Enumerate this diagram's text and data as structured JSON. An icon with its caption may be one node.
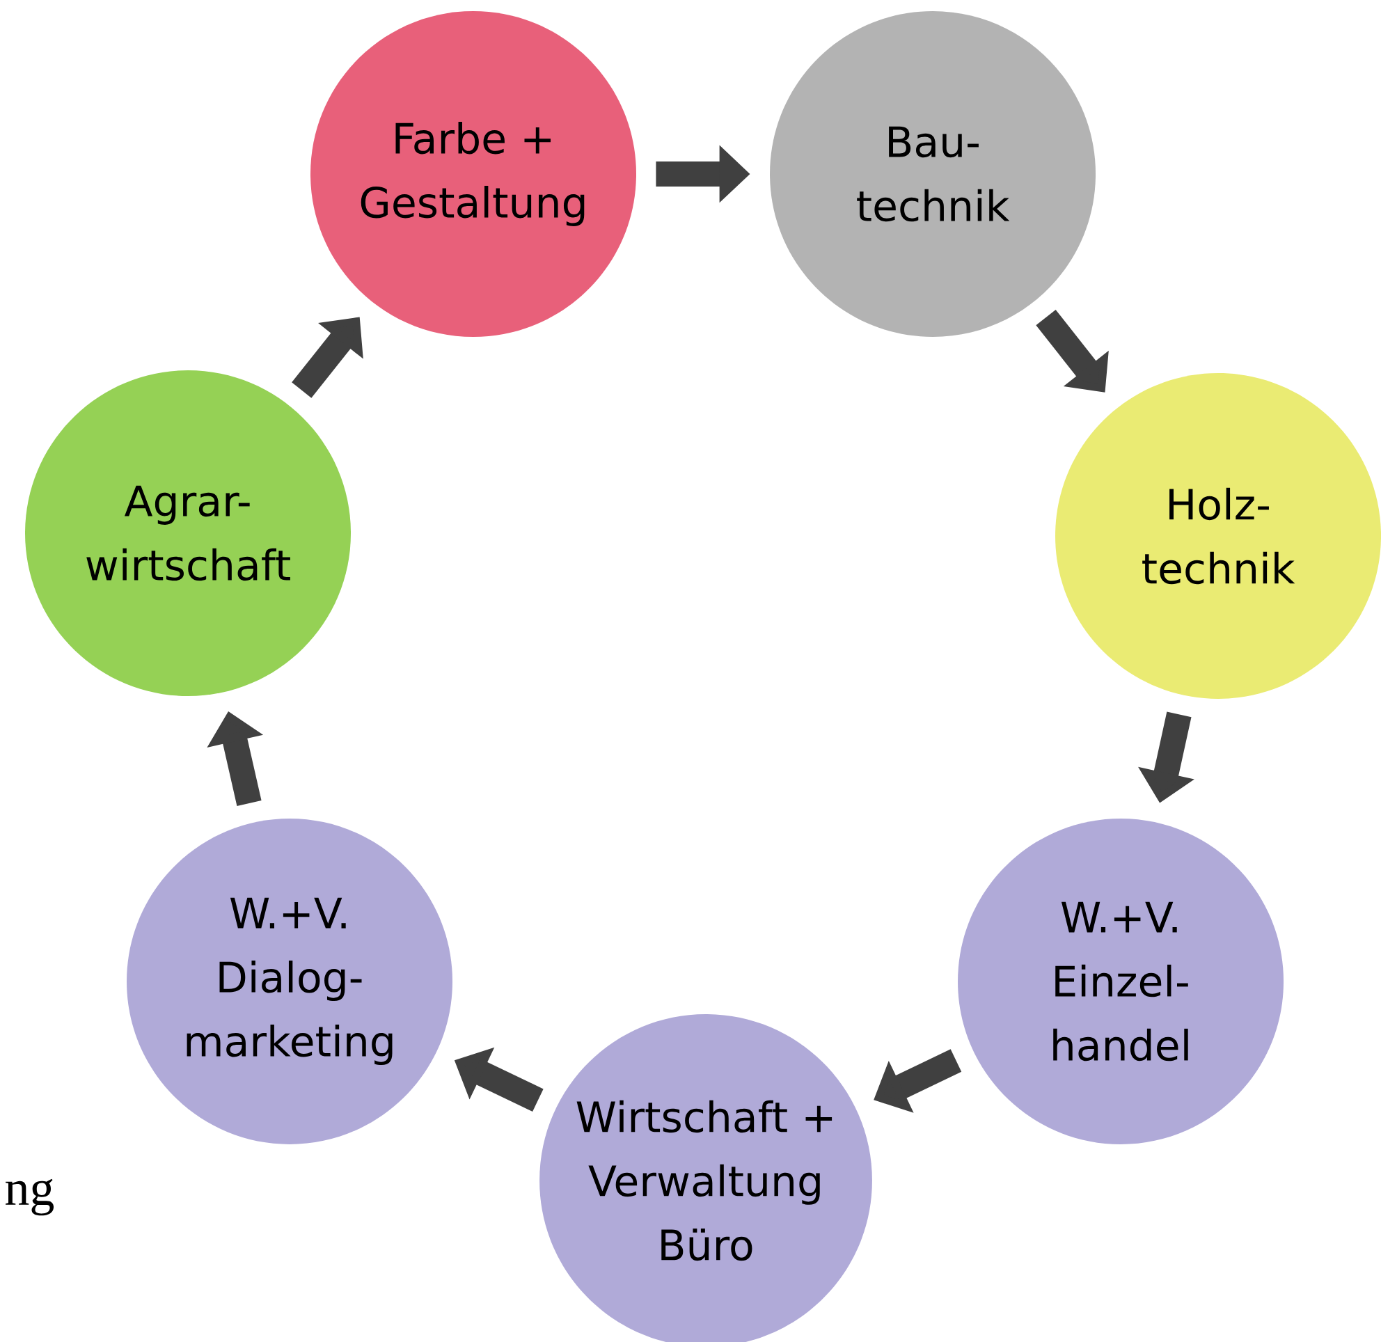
{
  "diagram": {
    "nodes": [
      {
        "text": [
          "Farbe + Gestaltung"
        ]
      },
      {
        "text": [
          "Bau- technik"
        ]
      },
      {
        "text": [
          "Holz- technik"
        ]
      },
      {
        "text": [
          "W.+V. Einzel- handel"
        ]
      },
      {
        "text": [
          "Wirtschaft + Verwaltung Büro"
        ]
      },
      {
        "text": [
          "W.+V. Dialog- marketing"
        ]
      },
      {
        "text": [
          "Agrar- wirtschaft"
        ]
      }
    ],
    "edges": [
      {
        "from": 0,
        "to": 1,
        "arrow": "to"
      },
      {
        "from": 1,
        "to": 2,
        "arrow": "to"
      },
      {
        "from": 2,
        "to": 3,
        "arrow": "to"
      },
      {
        "from": 3,
        "to": 4,
        "arrow": "to"
      },
      {
        "from": 4,
        "to": 5,
        "arrow": "to"
      },
      {
        "from": 5,
        "to": 6,
        "arrow": "to"
      },
      {
        "from": 6,
        "to": 0,
        "arrow": "to"
      }
    ],
    "labels": [
      "ng"
    ]
  }
}
